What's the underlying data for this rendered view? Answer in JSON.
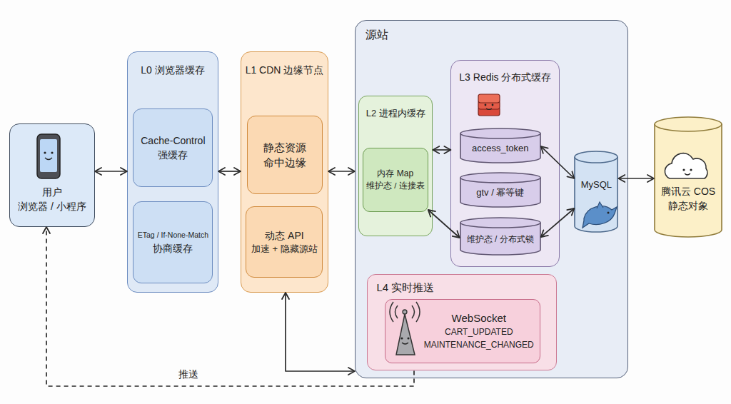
{
  "diagram": {
    "nodes": [
      {
        "text": [
          "用户",
          "浏览器 / 小程序"
        ]
      },
      {
        "text": [
          "L0 浏览器缓存"
        ]
      },
      {
        "text": [
          "Cache-Control",
          "强缓存"
        ],
        "in": 1
      },
      {
        "text": [
          "ETag / If-None-Match",
          "协商缓存"
        ],
        "in": 1
      },
      {
        "text": [
          "L1 CDN 边缘节点"
        ]
      },
      {
        "text": [
          "静态资源",
          "命中边缘"
        ],
        "in": 4
      },
      {
        "text": [
          "动态 API",
          "加速 + 隐藏源站"
        ],
        "in": 4
      },
      {
        "text": [
          "源站"
        ]
      },
      {
        "text": [
          "L2 进程内缓存"
        ],
        "in": 7
      },
      {
        "text": [
          "内存 Map",
          "维护态 / 连接表"
        ],
        "in": 8
      },
      {
        "text": [
          "L3 Redis 分布式缓存"
        ],
        "in": 7
      },
      {
        "text": [
          "access_token"
        ],
        "in": 10
      },
      {
        "text": [
          "gtv / 幂等键"
        ],
        "in": 10
      },
      {
        "text": [
          "维护态 / 分布式锁"
        ],
        "in": 10
      },
      {
        "text": [
          "MySQL"
        ],
        "in": 7
      },
      {
        "text": [
          "L4 实时推送"
        ],
        "in": 7
      },
      {
        "text": [
          "WebSocket",
          "CART_UPDATED",
          "MAINTENANCE_CHANGED"
        ],
        "in": 15
      },
      {
        "text": [
          "腾讯云 COS",
          "静态对象"
        ]
      }
    ],
    "edges": [
      {
        "from": 0,
        "to": 1,
        "arrow": "both"
      },
      {
        "from": 1,
        "to": 4,
        "arrow": "both"
      },
      {
        "from": 4,
        "to": 7,
        "arrow": "both"
      },
      {
        "from": 8,
        "to": 10,
        "arrow": "both"
      },
      {
        "from": 9,
        "to": 13,
        "arrow": "both"
      },
      {
        "from": 11,
        "to": 14,
        "arrow": "both"
      },
      {
        "from": 13,
        "to": 14,
        "arrow": "both"
      },
      {
        "from": 14,
        "to": 17,
        "arrow": "both"
      },
      {
        "from": 4,
        "to": 7,
        "arrow": "both"
      },
      {
        "from": 15,
        "to": 0,
        "label": "推送",
        "arrow": "to"
      }
    ]
  }
}
